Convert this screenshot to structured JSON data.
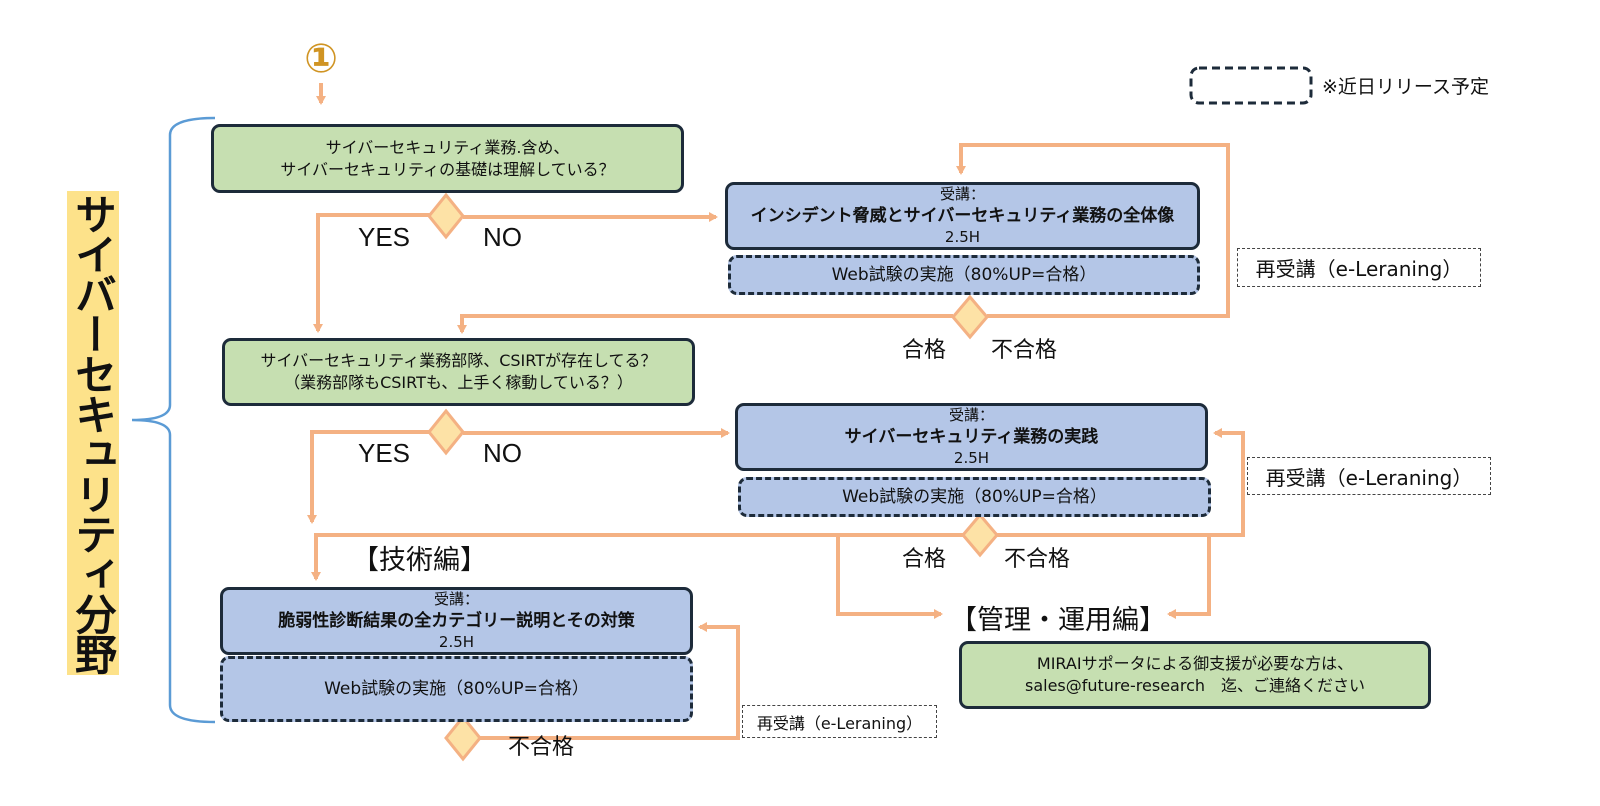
{
  "step_marker": "①",
  "legend": {
    "note": "※近日リリース予定"
  },
  "vertical_title": "サイバーセキュリティ分野",
  "q1": {
    "line1": "サイバーセキュリティ業務.含め、",
    "line2": "サイバーセキュリティの基礎は理解している？"
  },
  "q2": {
    "line1": "サイバーセキュリティ業務部隊、CSIRTが存在してる？",
    "line2": "（業務部隊もCSIRTも、上手く稼動している？）"
  },
  "yes_label": "YES",
  "no_label": "NO",
  "course1": {
    "pre": "受講：",
    "title": "インシデント脅威とサイバーセキュリティ業務の全体像",
    "hours": "2.5H"
  },
  "course2": {
    "pre": "受講：",
    "title": "サイバーセキュリティ業務の実践",
    "hours": "2.5H"
  },
  "course3": {
    "pre": "受講：",
    "title": "脆弱性診断結果の全カテゴリー説明とその対策",
    "hours": "2.5H"
  },
  "web_test": "Web試験の実施（80%UP=合格）",
  "pass_label": "合格",
  "fail_label": "不合格",
  "retake": "再受講（e-Leraning）",
  "section_tech": "【技術編】",
  "section_mgmt": "【管理・運用編】",
  "contact": {
    "line1": "MIRAIサポータによる御支援が必要な方は、",
    "line2": "sales@future-research　迄、ご連絡ください"
  },
  "colors": {
    "arrow": "#f4b183",
    "green": "#c6dfb1",
    "blue": "#b4c6e7",
    "bracket": "#5b9bd5",
    "title_bg": "#fde28a",
    "marker": "#d09423"
  }
}
